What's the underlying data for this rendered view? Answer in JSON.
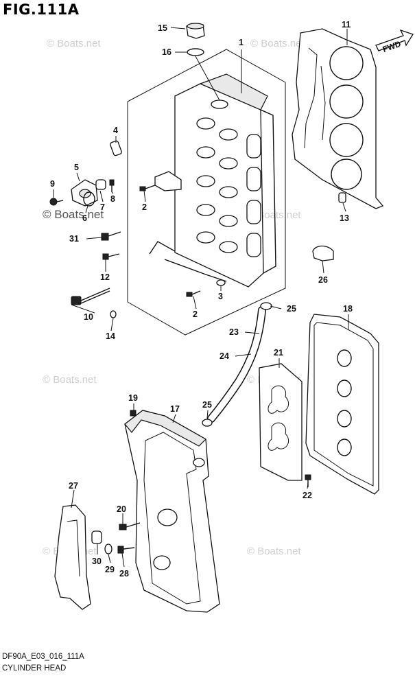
{
  "figure": {
    "title": "FIG.111A",
    "code": "DF90A_E03_016_111A",
    "caption": "CYLINDER HEAD",
    "direction_label": "FWD"
  },
  "watermarks": {
    "faint": "© Boats.net",
    "dark": "© Boats.net"
  },
  "callouts": [
    "1",
    "2",
    "2",
    "3",
    "4",
    "5",
    "6",
    "7",
    "8",
    "9",
    "10",
    "11",
    "12",
    "13",
    "14",
    "15",
    "16",
    "17",
    "18",
    "19",
    "20",
    "21",
    "22",
    "23",
    "24",
    "25",
    "25",
    "26",
    "27",
    "28",
    "29",
    "30",
    "31"
  ]
}
